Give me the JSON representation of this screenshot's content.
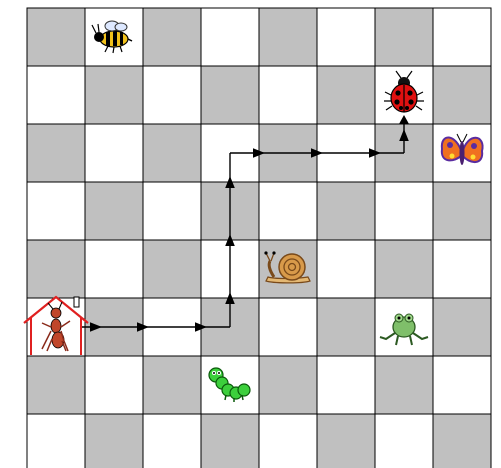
{
  "board": {
    "rows": 8,
    "cols": 8,
    "colors": {
      "dark": "#c0c0c0",
      "light": "#ffffff",
      "grid": "#000000",
      "house": "#e02020",
      "arrow": "#000000"
    }
  },
  "pieces": [
    {
      "name": "bee-icon",
      "row": 0,
      "col": 1
    },
    {
      "name": "ladybug-icon",
      "row": 1,
      "col": 6
    },
    {
      "name": "butterfly-icon",
      "row": 2,
      "col": 7
    },
    {
      "name": "snail-icon",
      "row": 4,
      "col": 4
    },
    {
      "name": "ant-house-icon",
      "row": 5,
      "col": 0
    },
    {
      "name": "frog-icon",
      "row": 5,
      "col": 6
    },
    {
      "name": "caterpillar-icon",
      "row": 6,
      "col": 3
    }
  ],
  "path": [
    [
      5,
      0
    ],
    [
      5,
      1
    ],
    [
      5,
      2
    ],
    [
      5,
      3
    ],
    [
      4,
      3
    ],
    [
      3,
      3
    ],
    [
      2,
      3
    ],
    [
      2,
      4
    ],
    [
      2,
      5
    ],
    [
      2,
      6
    ],
    [
      1,
      6
    ]
  ]
}
